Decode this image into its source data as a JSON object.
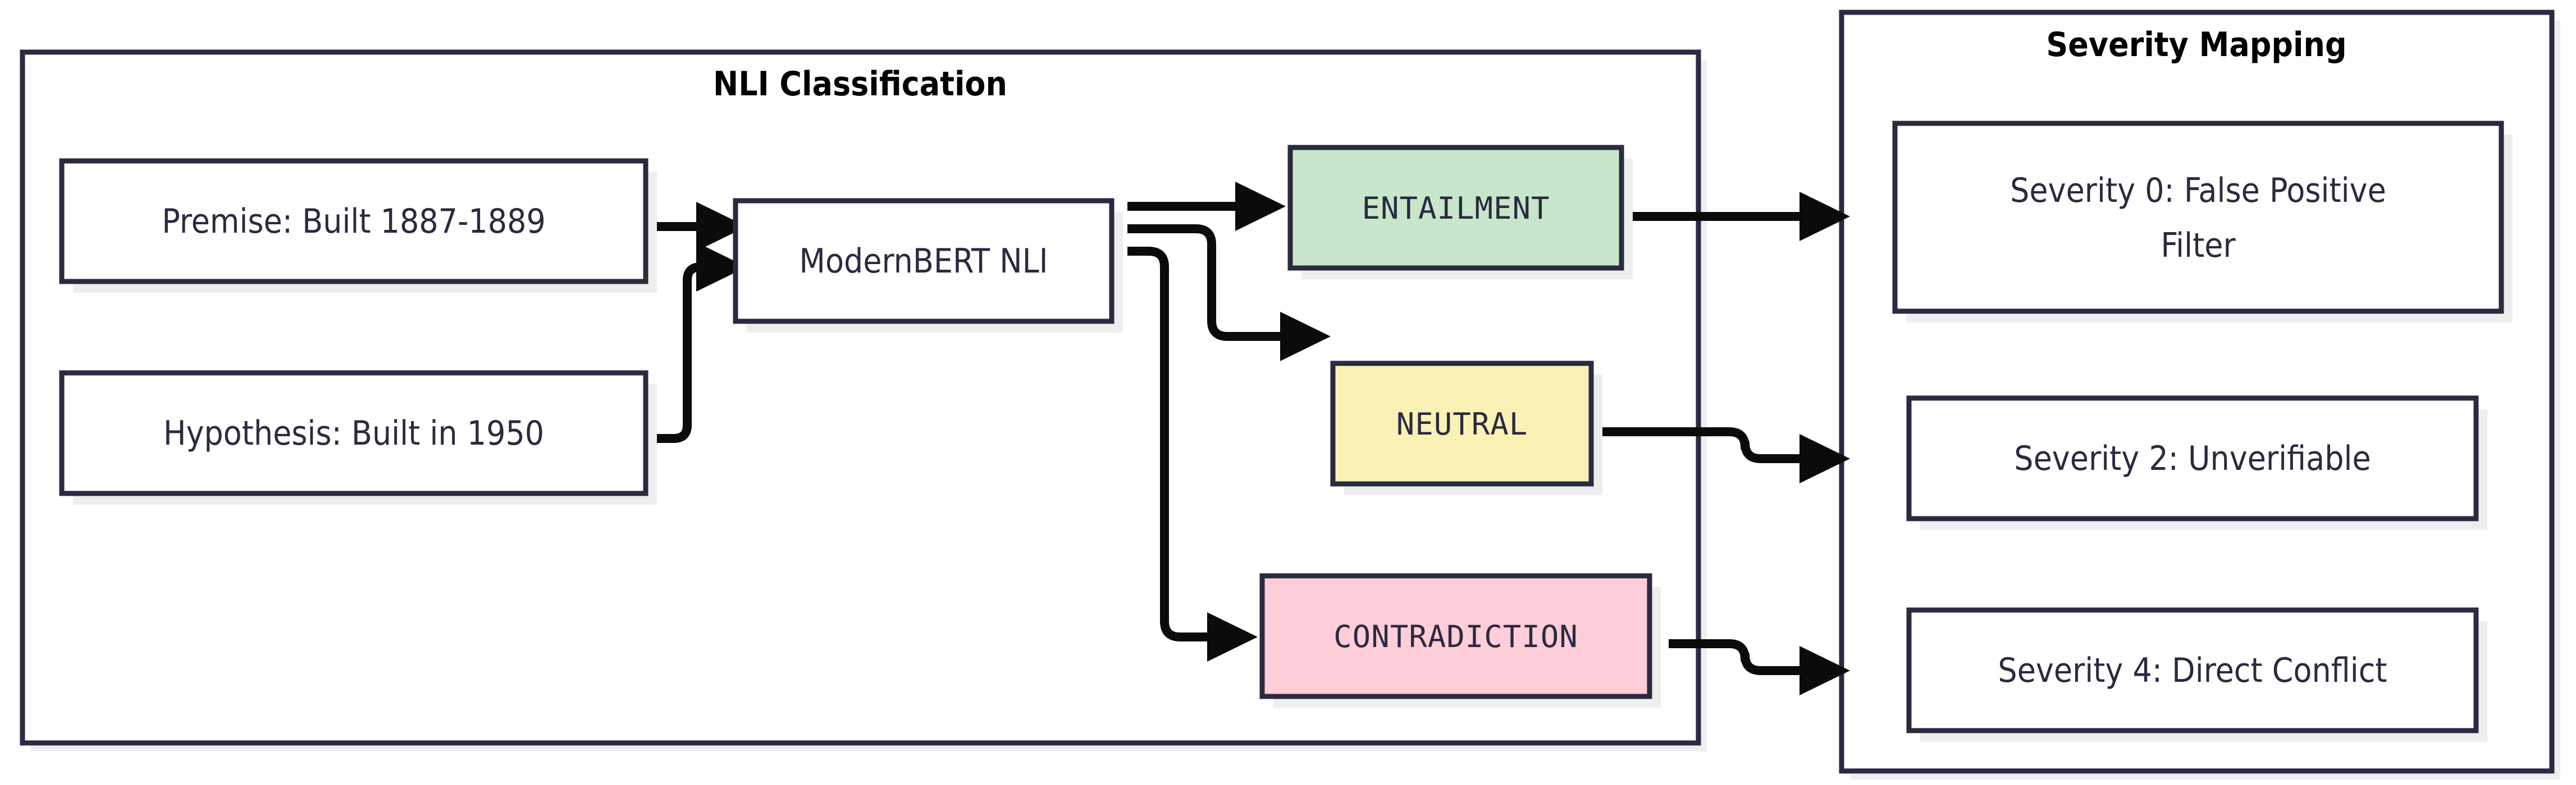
{
  "diagram": {
    "title_visible": false,
    "type": "flowchart-left-to-right",
    "theme": {
      "border_color": "#2a2a40",
      "text_color": "#2a2a40",
      "cluster_title_color": "#000000",
      "edge_color": "#0b0b0b",
      "node_fill_default": "#ffffff",
      "shadow_color": "#eeeeee",
      "background": "#ffffff"
    }
  },
  "clusters": [
    {
      "id": "nli",
      "title": "NLI Classification"
    },
    {
      "id": "sev",
      "title": "Severity Mapping"
    }
  ],
  "nodes": {
    "premise": {
      "label": "Premise: Built 1887-1889",
      "fill": "#ffffff"
    },
    "hypothesis": {
      "label": "Hypothesis: Built in 1950",
      "fill": "#ffffff"
    },
    "model": {
      "label": "ModernBERT NLI",
      "fill": "#ffffff"
    },
    "entailment": {
      "label": "ENTAILMENT",
      "fill": "#c8e6c9"
    },
    "neutral": {
      "label": "NEUTRAL",
      "fill": "#faf2b4"
    },
    "contradiction": {
      "label": "CONTRADICTION",
      "fill": "#ffcdd7"
    },
    "severity0": {
      "label_line1": "Severity 0: False Positive",
      "label_line2": "Filter",
      "fill": "#ffffff"
    },
    "severity2": {
      "label": "Severity 2: Unverifiable",
      "fill": "#ffffff"
    },
    "severity4": {
      "label": "Severity 4: Direct Conflict",
      "fill": "#ffffff"
    }
  },
  "edges": [
    {
      "from": "premise",
      "to": "model",
      "arrow": "triangle"
    },
    {
      "from": "hypothesis",
      "to": "model",
      "arrow": "triangle"
    },
    {
      "from": "model",
      "to": "entailment",
      "arrow": "triangle"
    },
    {
      "from": "model",
      "to": "neutral",
      "arrow": "triangle"
    },
    {
      "from": "model",
      "to": "contradiction",
      "arrow": "triangle"
    },
    {
      "from": "entailment",
      "to": "severity0",
      "arrow": "triangle"
    },
    {
      "from": "neutral",
      "to": "severity2",
      "arrow": "triangle"
    },
    {
      "from": "contradiction",
      "to": "severity4",
      "arrow": "triangle"
    }
  ]
}
